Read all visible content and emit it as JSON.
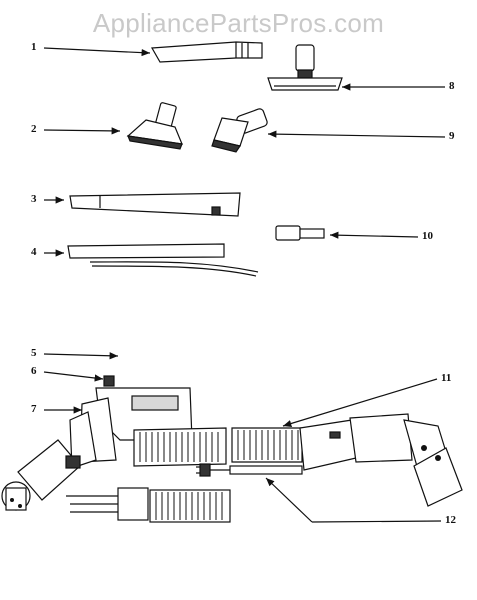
{
  "watermark": "AppliancePartsPros.com",
  "callouts": [
    {
      "id": "c1",
      "label": "1"
    },
    {
      "id": "c2",
      "label": "2"
    },
    {
      "id": "c3",
      "label": "3"
    },
    {
      "id": "c4",
      "label": "4"
    },
    {
      "id": "c5",
      "label": "5"
    },
    {
      "id": "c6",
      "label": "6"
    },
    {
      "id": "c7",
      "label": "7"
    },
    {
      "id": "c8",
      "label": "8"
    },
    {
      "id": "c9",
      "label": "9"
    },
    {
      "id": "c10",
      "label": "10"
    },
    {
      "id": "c11",
      "label": "11"
    },
    {
      "id": "c12",
      "label": "12"
    }
  ],
  "parts": [
    "crevice-tool",
    "upholstery-tool",
    "extension-wand",
    "extension-wand-with-cord",
    "hose-handle",
    "hose-assembly",
    "stair-tool",
    "dusting-brush",
    "coupler",
    "power-cord"
  ]
}
